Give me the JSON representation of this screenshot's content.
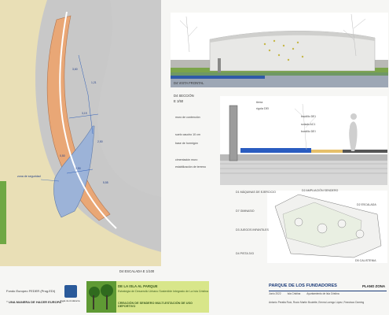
{
  "plan": {
    "legend_label": "zona de seguridad",
    "dim_labels": [
      "3,60",
      "1,21",
      "3,19",
      "2,90",
      "0,50",
      "2,50",
      "5,55"
    ],
    "caption": "D4 ESCALADA  E 1/100"
  },
  "front_view": {
    "caption": "D4 VISTA FRONTAL"
  },
  "section": {
    "caption_title": "D4 SECCIÓN",
    "caption_scale": "E 1/50",
    "left_labels": [
      "muro de contención",
      "suelo caucho 10 cm",
      "base de hormigón",
      "cimentación muro",
      "estabilización de terreno"
    ],
    "right_labels_top": [
      "tierra",
      "rígola DEI"
    ],
    "right_labels_mid": [
      "bordillo DEI",
      "solado AC1",
      "bordillo DEI"
    ]
  },
  "zone_plan": {
    "labels": [
      "D1 MÁQUINAS DE EJERCICIO",
      "D2 AMPLIACIÓN SENDERO",
      "D2 ESCALADA",
      "D7 GIMNASIO",
      "D3 JUEGOS INFANTILES",
      "D4 PISTA 3X3",
      "D5 CALISTENIA"
    ]
  },
  "footer": {
    "fund_line": "Fondo Europeo FEDER (Prog.EDI)",
    "motto": "\" UNA MANERA DE HACER EUROPA \"",
    "org": "Junta de Andalucía",
    "banner_title": "DE LA ISLA AL PARQUE",
    "banner_sub": "Estrategia de Desarrollo Urbano Sostenible Integrado de La Isla Cristina",
    "banner_action": "CREACIÓN DE SENDERO MULTI-ESTACIÓN DE USO DEPORTIVO",
    "project_title": "PARQUE DE LOS FUNDADORES",
    "sheet_label": "PLANO ZONA",
    "meta": [
      "Junio 2022",
      "Isla Cristina",
      "Ayuntamiento de Isla Cristina"
    ],
    "authors": "Antonio Peralta Ruiz, Rocío Martín Boulette, Emma Luengo López, Francisco Doming"
  },
  "colors": {
    "accent_orange": "#e9a776",
    "accent_blue": "#9cb3d8",
    "grass_green": "#6fa844",
    "title_blue": "#1a3a78"
  }
}
